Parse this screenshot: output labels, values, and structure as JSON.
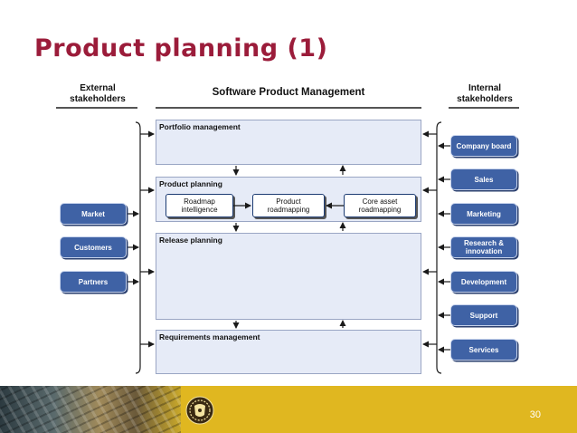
{
  "title": "Product planning (1)",
  "headers": {
    "external": [
      "External",
      "stakeholders"
    ],
    "center": "Software Product Management",
    "internal": [
      "Internal",
      "stakeholders"
    ]
  },
  "sections": {
    "portfolio": "Portfolio management",
    "product_planning": "Product planning",
    "release_planning": "Release planning",
    "requirements": "Requirements management"
  },
  "product_planning_boxes": [
    {
      "line1": "Roadmap",
      "line2": "intelligence"
    },
    {
      "line1": "Product",
      "line2": "roadmapping"
    },
    {
      "line1": "Core asset",
      "line2": "roadmapping"
    }
  ],
  "external_stakeholders": [
    "Market",
    "Customers",
    "Partners"
  ],
  "internal_stakeholders": [
    {
      "line1": "Company board",
      "line2": ""
    },
    {
      "line1": "Sales",
      "line2": ""
    },
    {
      "line1": "Marketing",
      "line2": ""
    },
    {
      "line1": "Research &",
      "line2": "innovation"
    },
    {
      "line1": "Development",
      "line2": ""
    },
    {
      "line1": "Support",
      "line2": ""
    },
    {
      "line1": "Services",
      "line2": ""
    }
  ],
  "page_number": "30",
  "colors": {
    "title": "#9b1c3a",
    "pill": "#3f62a5",
    "footer": "#e0b720"
  }
}
